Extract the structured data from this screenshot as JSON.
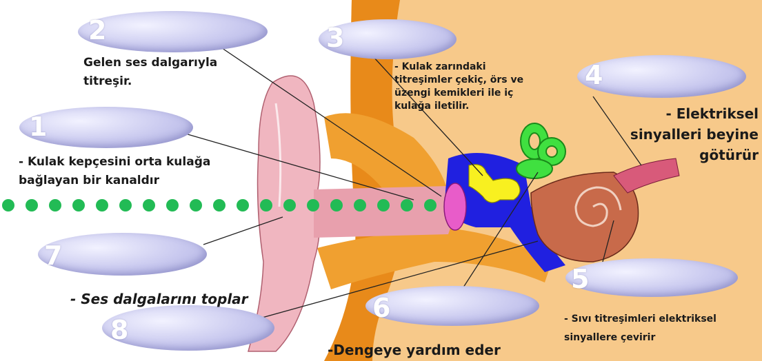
{
  "labels": {
    "l1": "- Kulak kepçesini orta kulağa\nbağlayan bir kanaldır",
    "l2": "Gelen ses dalgarıyla\ntitreşir.",
    "l3": "- Kulak zarındaki\ntitreşimler çekiç, örs ve\nüzengi kemikleri ile iç\nkulağa iletilir.",
    "l4": "- Elektriksel\nsinyalleri beyine\ngötürür",
    "l5": "- Sıvı titreşimleri elektriksel\nsinyallere çevirir",
    "l6": "-Dengeye yardım eder",
    "l7": "- Ses dalgalarını toplar"
  },
  "bubbles": {
    "b1": "1",
    "b2": "2",
    "b3": "3",
    "b4": "4",
    "b5": "5",
    "b6": "6",
    "b7": "7",
    "b8": "8"
  },
  "colors": {
    "outer_ear": "#f0b6c0",
    "canal": "#e8a0ad",
    "bone_region": "#f7c98a",
    "bone_region_dark": "#e88a1a",
    "eardrum": "#e85cc9",
    "ossicles": "#f8f020",
    "middle_ear": "#2020e0",
    "semicircular": "#40e040",
    "cochlea": "#c86a4a",
    "nerve": "#d85a7a",
    "sound_dots": "#22bb55",
    "bubble": "#c9c9ef"
  }
}
